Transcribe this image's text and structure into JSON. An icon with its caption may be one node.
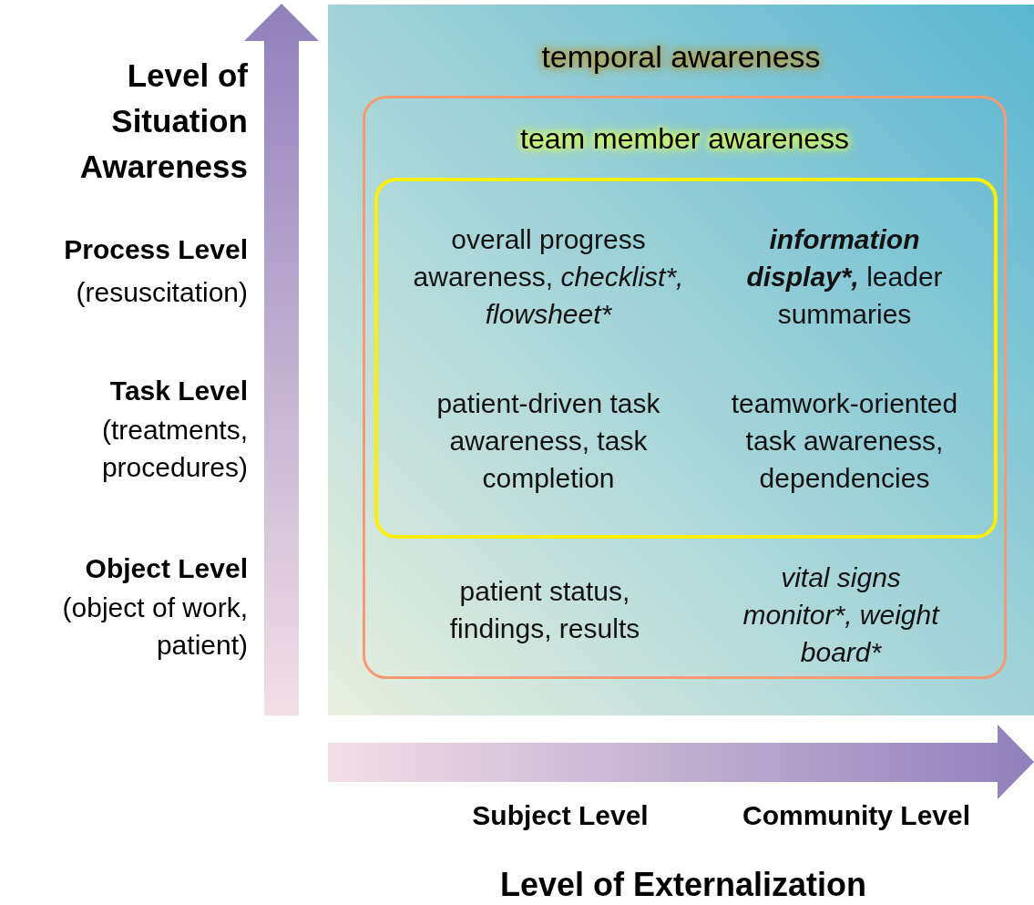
{
  "diagram": {
    "nodes": [
      {
        "text": [
          "temporal awareness"
        ]
      },
      {
        "text": [
          "team member awareness"
        ],
        "in": 0
      },
      {
        "text": [],
        "shape": "box",
        "in": 1
      },
      {
        "text": [
          "overall progress awareness,",
          "checklist*, flowsheet*"
        ],
        "in": 2
      },
      {
        "text": [
          "information display*,",
          "leader summaries"
        ],
        "in": 2
      },
      {
        "text": [
          "patient-driven task awareness, task completion"
        ],
        "in": 2
      },
      {
        "text": [
          "teamwork-oriented task awareness, dependencies"
        ],
        "in": 2
      },
      {
        "text": [
          "patient status, findings, results"
        ],
        "in": 1
      },
      {
        "text": [
          "vital signs monitor*, weight board*"
        ],
        "in": 1
      }
    ],
    "edges": [],
    "labels": [
      "Level of Situation Awareness",
      "Process Level",
      "(resuscitation)",
      "Task Level",
      "(treatments, procedures)",
      "Object Level",
      "(object of work, patient)",
      "Subject Level",
      "Community Level",
      "Level of Externalization"
    ]
  }
}
